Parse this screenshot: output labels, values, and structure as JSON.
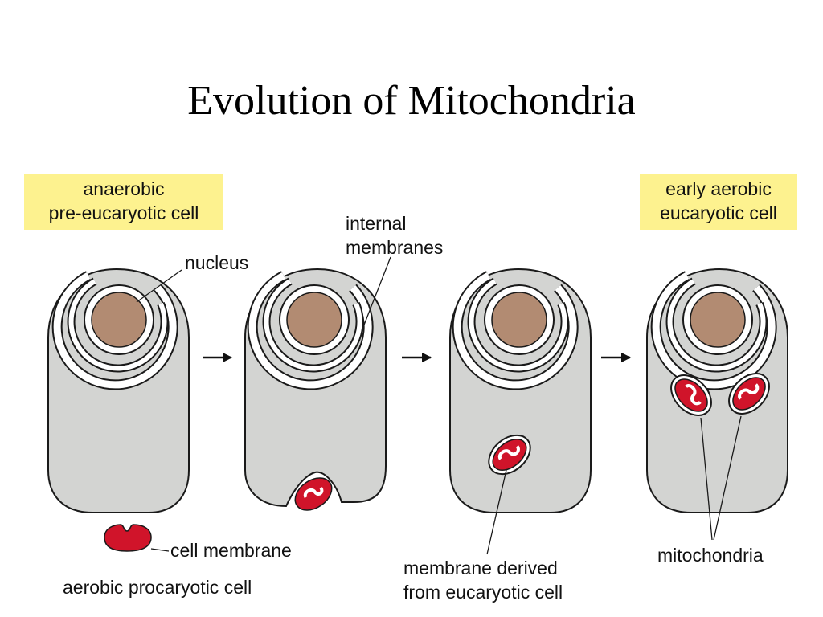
{
  "title": "Evolution of Mitochondria",
  "stages": {
    "first": {
      "line1": "anaerobic",
      "line2": "pre-eucaryotic cell"
    },
    "last": {
      "line1": "early aerobic",
      "line2": "eucaryotic cell"
    }
  },
  "labels": {
    "nucleus": "nucleus",
    "internal_membranes": {
      "line1": "internal",
      "line2": "membranes"
    },
    "cell_membrane": "cell membrane",
    "aerobic_procaryotic_cell": "aerobic procaryotic cell",
    "membrane_derived": {
      "line1": "membrane derived",
      "line2": "from eucaryotic cell"
    },
    "mitochondria": "mitochondria"
  },
  "colors": {
    "cell_fill": "#d3d4d2",
    "nucleus_fill": "#b28b72",
    "mito_fill": "#d0142a",
    "tag_fill": "#fdf28f",
    "outline": "#1a1a1a"
  }
}
